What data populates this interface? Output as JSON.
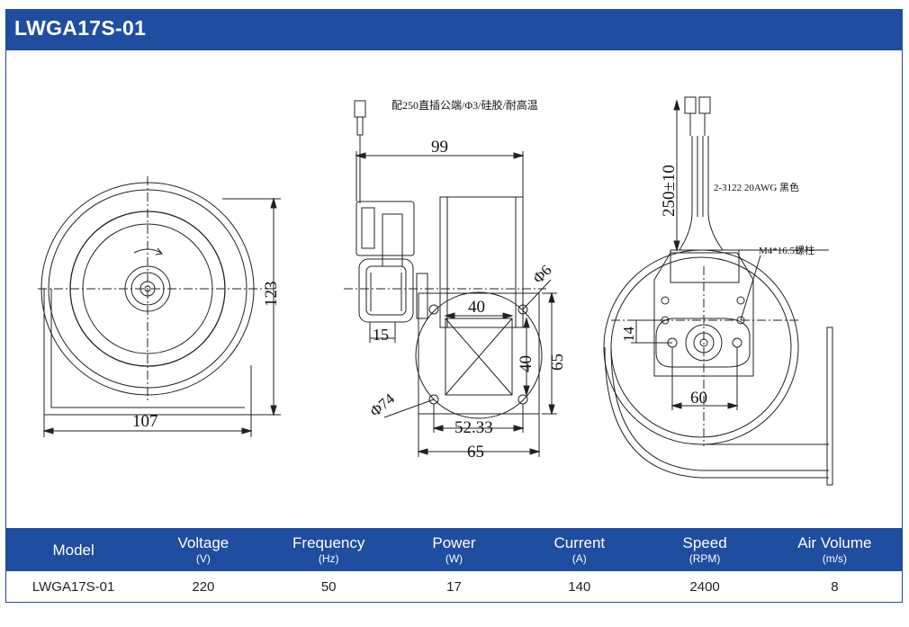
{
  "title": "LWGA17S-01",
  "drawing": {
    "note_top": "配250直插公端/Φ3/硅胶/耐高温",
    "note_wire": "2-3122 20AWG 黑色",
    "note_stud": "M4*16.5螺柱",
    "dims": {
      "d99": "99",
      "d123": "123",
      "d107": "107",
      "d15": "15",
      "d40a": "40",
      "d40b": "40",
      "d65v": "65",
      "d65h": "65",
      "d5233": "52.33",
      "phi6": "Φ6",
      "phi74": "Φ74",
      "d250": "250±10",
      "d14": "14",
      "d60": "60"
    }
  },
  "specs": {
    "headers": [
      {
        "label": "Model",
        "unit": ""
      },
      {
        "label": "Voltage",
        "unit": "(V)"
      },
      {
        "label": "Frequency",
        "unit": "(Hz)"
      },
      {
        "label": "Power",
        "unit": "(W)"
      },
      {
        "label": "Current",
        "unit": "(A)"
      },
      {
        "label": "Speed",
        "unit": "(RPM)"
      },
      {
        "label": "Air Volume",
        "unit": "(m/s)"
      }
    ],
    "row": [
      "LWGA17S-01",
      "220",
      "50",
      "17",
      "140",
      "2400",
      "8"
    ]
  }
}
